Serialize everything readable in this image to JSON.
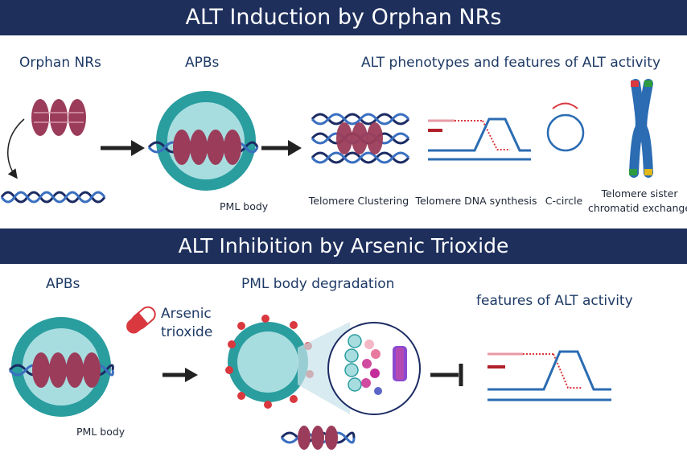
{
  "section_top": {
    "title": "ALT Induction by Orphan NRs",
    "orphan_label": "Orphan NRs",
    "apbs_label": "APBs",
    "pml_label": "PML body",
    "phenotypes_label": "ALT phenotypes and features of ALT activity",
    "features": {
      "clustering": "Telomere Clustering",
      "synthesis": "Telomere DNA synthesis",
      "ccircle": "C-circle",
      "exchange_line1": "Telomere sister",
      "exchange_line2": "chromatid exchange"
    }
  },
  "section_bottom": {
    "title": "ALT Inhibition by Arsenic Trioxide",
    "apbs_label": "APBs",
    "pml_label": "PML body",
    "drug_line1": "Arsenic",
    "drug_line2": "trioxide",
    "degradation_label": "PML body degradation",
    "features_label": "features of ALT activity"
  },
  "colors": {
    "banner": "#1e2f5c",
    "dna_dark": "#1b2b63",
    "dna_light": "#3a6fc0",
    "nucleosome": "#9b3c5a",
    "apb_outer": "#2a9d9f",
    "apb_inner": "#a8dde0",
    "telomere_red": "#d9383f",
    "chromosome_blue": "#2b6cb3"
  }
}
